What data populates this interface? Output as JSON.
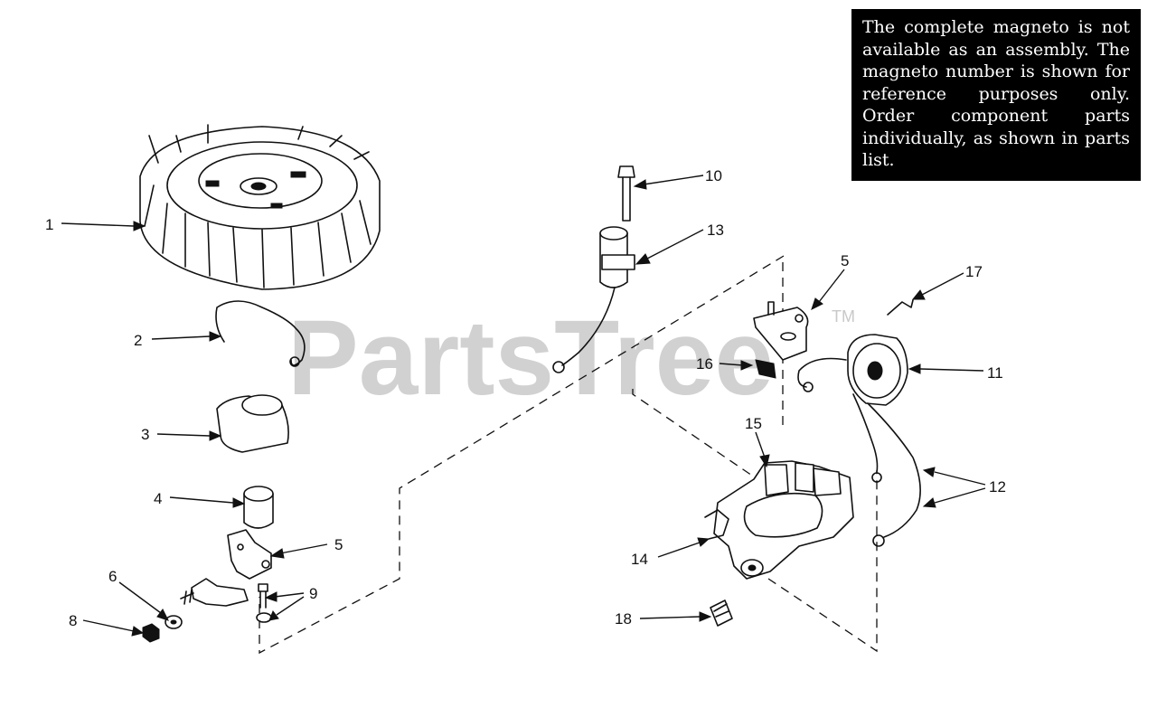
{
  "watermark": {
    "text": "PartsTree",
    "tm": "TM"
  },
  "note": {
    "text": "The complete magneto is not available as an assembly. The magneto number is shown for reference purposes only. Order component parts individually, as shown in parts list."
  },
  "callouts": [
    {
      "id": "1",
      "label": "1"
    },
    {
      "id": "2",
      "label": "2"
    },
    {
      "id": "3",
      "label": "3"
    },
    {
      "id": "4",
      "label": "4"
    },
    {
      "id": "5a",
      "label": "5"
    },
    {
      "id": "6",
      "label": "6"
    },
    {
      "id": "8",
      "label": "8"
    },
    {
      "id": "9",
      "label": "9"
    },
    {
      "id": "10",
      "label": "10"
    },
    {
      "id": "13",
      "label": "13"
    },
    {
      "id": "5b",
      "label": "5"
    },
    {
      "id": "17",
      "label": "17"
    },
    {
      "id": "16",
      "label": "16"
    },
    {
      "id": "11",
      "label": "11"
    },
    {
      "id": "15",
      "label": "15"
    },
    {
      "id": "12",
      "label": "12"
    },
    {
      "id": "14",
      "label": "14"
    },
    {
      "id": "18",
      "label": "18"
    }
  ]
}
